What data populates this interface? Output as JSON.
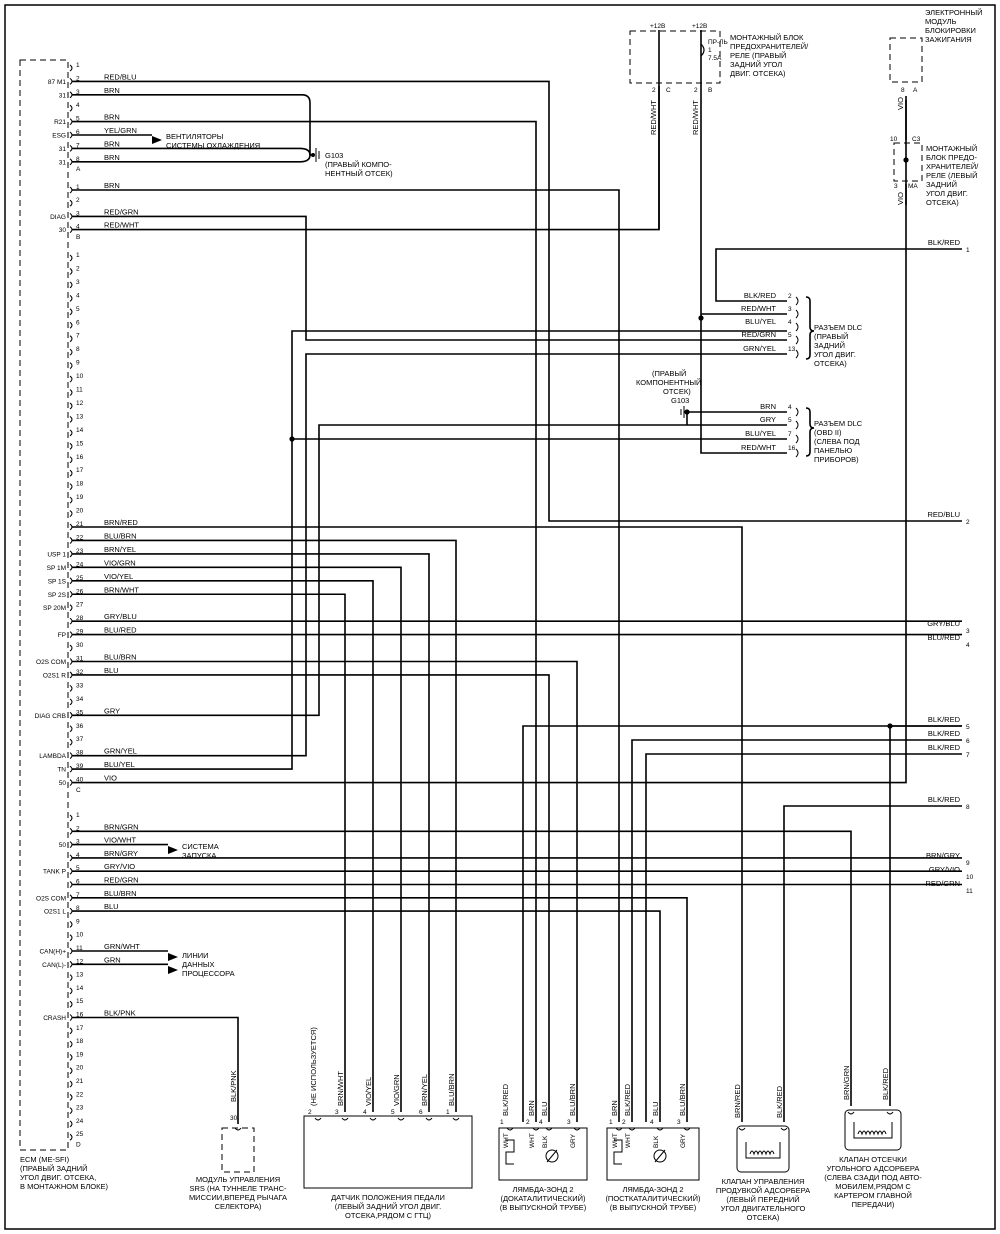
{
  "ecm": {
    "title_lines": [
      "ECM (ME-SFI)",
      "(ПРАВЫЙ ЗАДНИЙ",
      "УГОЛ ДВИГ. ОТСЕКА,",
      "В МОНТАЖНОМ БЛОКЕ)"
    ],
    "connector_a": [
      {
        "pin": "1",
        "label": "",
        "wire": ""
      },
      {
        "pin": "2",
        "label": "87 M1",
        "wire": "RED/BLU"
      },
      {
        "pin": "3",
        "label": "31",
        "wire": "BRN"
      },
      {
        "pin": "4",
        "label": "",
        "wire": ""
      },
      {
        "pin": "5",
        "label": "R21",
        "wire": "BRN"
      },
      {
        "pin": "6",
        "label": "ESG",
        "wire": "YEL/GRN"
      },
      {
        "pin": "7",
        "label": "31",
        "wire": "BRN"
      },
      {
        "pin": "8",
        "label": "31",
        "wire": "BRN"
      }
    ],
    "connector_a_name": "A",
    "connector_b": [
      {
        "pin": "1",
        "label": "",
        "wire": "BRN"
      },
      {
        "pin": "2",
        "label": "",
        "wire": ""
      },
      {
        "pin": "3",
        "label": "DIAG",
        "wire": "RED/GRN"
      },
      {
        "pin": "4",
        "label": "30",
        "wire": "RED/WHT"
      }
    ],
    "connector_b_name": "B",
    "connector_c": [
      {
        "pin": "1",
        "label": "",
        "wire": ""
      },
      {
        "pin": "2",
        "label": "",
        "wire": ""
      },
      {
        "pin": "3",
        "label": "",
        "wire": ""
      },
      {
        "pin": "4",
        "label": "",
        "wire": ""
      },
      {
        "pin": "5",
        "label": "",
        "wire": ""
      },
      {
        "pin": "6",
        "label": "",
        "wire": ""
      },
      {
        "pin": "7",
        "label": "",
        "wire": ""
      },
      {
        "pin": "8",
        "label": "",
        "wire": ""
      },
      {
        "pin": "9",
        "label": "",
        "wire": ""
      },
      {
        "pin": "10",
        "label": "",
        "wire": ""
      },
      {
        "pin": "11",
        "label": "",
        "wire": ""
      },
      {
        "pin": "12",
        "label": "",
        "wire": ""
      },
      {
        "pin": "13",
        "label": "",
        "wire": ""
      },
      {
        "pin": "14",
        "label": "",
        "wire": ""
      },
      {
        "pin": "15",
        "label": "",
        "wire": ""
      },
      {
        "pin": "16",
        "label": "",
        "wire": ""
      },
      {
        "pin": "17",
        "label": "",
        "wire": ""
      },
      {
        "pin": "18",
        "label": "",
        "wire": ""
      },
      {
        "pin": "19",
        "label": "",
        "wire": ""
      },
      {
        "pin": "20",
        "label": "",
        "wire": ""
      },
      {
        "pin": "21",
        "label": "",
        "wire": "BRN/RED"
      },
      {
        "pin": "22",
        "label": "",
        "wire": "BLU/BRN"
      },
      {
        "pin": "23",
        "label": "USP 1",
        "wire": "BRN/YEL"
      },
      {
        "pin": "24",
        "label": "SP 1M",
        "wire": "VIO/GRN"
      },
      {
        "pin": "25",
        "label": "SP 1S",
        "wire": "VIO/YEL"
      },
      {
        "pin": "26",
        "label": "SP 2S",
        "wire": "BRN/WHT"
      },
      {
        "pin": "27",
        "label": "SP 20M",
        "wire": ""
      },
      {
        "pin": "28",
        "label": "",
        "wire": "GRY/BLU"
      },
      {
        "pin": "29",
        "label": "FP",
        "wire": "BLU/RED"
      },
      {
        "pin": "30",
        "label": "",
        "wire": ""
      },
      {
        "pin": "31",
        "label": "O2S COM",
        "wire": "BLU/BRN"
      },
      {
        "pin": "32",
        "label": "O2S1 R",
        "wire": "BLU"
      },
      {
        "pin": "33",
        "label": "",
        "wire": ""
      },
      {
        "pin": "34",
        "label": "",
        "wire": ""
      },
      {
        "pin": "35",
        "label": "DIAG CRB",
        "wire": "GRY"
      },
      {
        "pin": "36",
        "label": "",
        "wire": ""
      },
      {
        "pin": "37",
        "label": "",
        "wire": ""
      },
      {
        "pin": "38",
        "label": "LAMBDA",
        "wire": "GRN/YEL"
      },
      {
        "pin": "39",
        "label": "TN",
        "wire": "BLU/YEL"
      },
      {
        "pin": "40",
        "label": "50",
        "wire": "VIO"
      }
    ],
    "connector_c_name": "C",
    "connector_d": [
      {
        "pin": "1",
        "label": "",
        "wire": ""
      },
      {
        "pin": "2",
        "label": "",
        "wire": "BRN/GRN"
      },
      {
        "pin": "3",
        "label": "50",
        "wire": "VIO/WHT"
      },
      {
        "pin": "4",
        "label": "",
        "wire": "BRN/GRY"
      },
      {
        "pin": "5",
        "label": "TANK P",
        "wire": "GRY/VIO"
      },
      {
        "pin": "6",
        "label": "",
        "wire": "RED/GRN"
      },
      {
        "pin": "7",
        "label": "O2S COM",
        "wire": "BLU/BRN"
      },
      {
        "pin": "8",
        "label": "O2S1 L",
        "wire": "BLU"
      },
      {
        "pin": "9",
        "label": "",
        "wire": ""
      },
      {
        "pin": "10",
        "label": "",
        "wire": ""
      },
      {
        "pin": "11",
        "label": "CAN(H)+",
        "wire": "GRN/WHT"
      },
      {
        "pin": "12",
        "label": "CAN(L)-",
        "wire": "GRN"
      },
      {
        "pin": "13",
        "label": "",
        "wire": ""
      },
      {
        "pin": "14",
        "label": "",
        "wire": ""
      },
      {
        "pin": "15",
        "label": "",
        "wire": ""
      },
      {
        "pin": "16",
        "label": "CRASH",
        "wire": "BLK/PNK"
      },
      {
        "pin": "17",
        "label": "",
        "wire": ""
      },
      {
        "pin": "18",
        "label": "",
        "wire": ""
      },
      {
        "pin": "19",
        "label": "",
        "wire": ""
      },
      {
        "pin": "20",
        "label": "",
        "wire": ""
      },
      {
        "pin": "21",
        "label": "",
        "wire": ""
      },
      {
        "pin": "22",
        "label": "",
        "wire": ""
      },
      {
        "pin": "23",
        "label": "",
        "wire": ""
      },
      {
        "pin": "24",
        "label": "",
        "wire": ""
      },
      {
        "pin": "25",
        "label": "",
        "wire": ""
      }
    ],
    "connector_d_name": "D"
  },
  "notes": {
    "fans": [
      "ВЕНТИЛЯТОРЫ",
      "СИСТЕМЫ ОХЛАЖДЕНИЯ"
    ],
    "g103_top": [
      "G103",
      "(ПРАВЫЙ КОМПО-",
      "НЕНТНЫЙ ОТСЕК)"
    ],
    "start": [
      "СИСТЕМА",
      "ЗАПУСКА"
    ],
    "can": [
      "ЛИНИИ",
      "ДАННЫХ",
      "ПРОЦЕССОРА"
    ]
  },
  "fuse_block": {
    "title_lines": [
      "МОНТАЖНЫЙ БЛОК",
      "ПРЕДОХРАНИТЕЛЕЙ/",
      "РЕЛЕ (ПРАВЫЙ",
      "ЗАДНИЙ УГОЛ",
      "ДВИГ. ОТСЕКА)"
    ],
    "plus12_a": "+12В",
    "plus12_b": "+12В",
    "fuse_label": [
      "ПР-ЛЬ",
      "1",
      "7.5А"
    ],
    "pin_c": "2",
    "pin_c_conn": "C",
    "pin_b": "2",
    "pin_b_conn": "B",
    "wire_c": "RED/WHT",
    "wire_b": "RED/WHT"
  },
  "immobilizer": {
    "title_lines": [
      "ЭЛЕКТРОННЫЙ",
      "МОДУЛЬ",
      "БЛОКИРОВКИ",
      "ЗАЖИГАНИЯ"
    ],
    "pin": "8",
    "conn": "A",
    "wire": "VIO"
  },
  "relay_block_left": {
    "title_lines": [
      "МОНТАЖНЫЙ",
      "БЛОК ПРЕДО-",
      "ХРАНИТЕЛЕЙ/",
      "РЕЛЕ (ЛЕВЫЙ",
      "ЗАДНИЙ",
      "УГОЛ ДВИГ.",
      "ОТСЕКА)"
    ],
    "pin_top": "10",
    "conn_top": "C3",
    "pin_bot": "3",
    "conn_bot": "MA",
    "wire": "VIO"
  },
  "dlc": {
    "title_lines": [
      "РАЗЪЕМ DLC",
      "(ПРАВЫЙ",
      "ЗАДНИЙ",
      "УГОЛ ДВИГ.",
      "ОТСЕКА)"
    ],
    "pins": [
      {
        "wire": "BLK/RED",
        "pin": "2"
      },
      {
        "wire": "RED/WHT",
        "pin": "3"
      },
      {
        "wire": "BLU/YEL",
        "pin": "4"
      },
      {
        "wire": "RED/GRN",
        "pin": "5"
      },
      {
        "wire": "GRN/YEL",
        "pin": "13"
      }
    ]
  },
  "obd": {
    "ground_lines": [
      "(ПРАВЫЙ",
      "КОМПОНЕНТНЫЙ",
      "ОТСЕК)",
      "G103"
    ],
    "title_lines": [
      "РАЗЪЕМ DLC",
      "(OBD II)",
      "(СЛЕВА ПОД",
      "ПАНЕЛЬЮ",
      "ПРИБОРОВ)"
    ],
    "pins": [
      {
        "wire": "BRN",
        "pin": "4"
      },
      {
        "wire": "GRY",
        "pin": "5"
      },
      {
        "wire": "BLU/YEL",
        "pin": "7"
      },
      {
        "wire": "RED/WHT",
        "pin": "16"
      }
    ]
  },
  "right_refs": [
    {
      "wire": "BLK/RED",
      "num": "1"
    },
    {
      "wire": "RED/BLU",
      "num": "2"
    },
    {
      "wire": "GRY/BLU",
      "num": "3"
    },
    {
      "wire": "BLU/RED",
      "num": "4"
    },
    {
      "wire": "BLK/RED",
      "num": "5"
    },
    {
      "wire": "BLK/RED",
      "num": "6"
    },
    {
      "wire": "BLK/RED",
      "num": "7"
    },
    {
      "wire": "BLK/RED",
      "num": "8"
    },
    {
      "wire": "BRN/GRY",
      "num": "9"
    },
    {
      "wire": "GRY/VIO",
      "num": "10"
    },
    {
      "wire": "RED/GRN",
      "num": "11"
    }
  ],
  "srs": {
    "wire": "BLK/PNK",
    "pin": "30",
    "title_lines": [
      "МОДУЛЬ УПРАВЛЕНИЯ",
      "SRS (НА ТУННЕЛЕ ТРАНС-",
      "МИССИИ,ВПЕРЕД РЫЧАГА",
      "СЕЛЕКТОРА)"
    ]
  },
  "pedal": {
    "title_lines": [
      "ДАТЧИК ПОЛОЖЕНИЯ ПЕДАЛИ",
      "(ЛЕВЫЙ ЗАДНИЙ УГОЛ ДВИГ.",
      "ОТСЕКА,РЯДОМ С ГТЦ)"
    ],
    "pins": [
      {
        "pin": "2",
        "wire": "(НЕ ИСПОЛЬЗУЕТСЯ)"
      },
      {
        "pin": "3",
        "wire": "BRN/WHT"
      },
      {
        "pin": "4",
        "wire": "VIO/YEL"
      },
      {
        "pin": "5",
        "wire": "VIO/GRN"
      },
      {
        "pin": "6",
        "wire": "BRN/YEL"
      },
      {
        "pin": "1",
        "wire": "BLU/BRN"
      }
    ]
  },
  "o2_pre": {
    "title_lines": [
      "ЛЯМБДА-ЗОНД 2",
      "(ДОКАТАЛИТИЧЕСКИЙ)",
      "(В ВЫПУСКНОЙ ТРУБЕ)"
    ],
    "pins": [
      {
        "pin": "1",
        "wire": "BLK/RED",
        "inner": "WHT"
      },
      {
        "pin": "2",
        "wire": "BRN",
        "inner": "WHT"
      },
      {
        "pin": "4",
        "wire": "BLU",
        "inner": "BLK"
      },
      {
        "pin": "3",
        "wire": "BLU/BRN",
        "inner": "GRY"
      }
    ]
  },
  "o2_post": {
    "title_lines": [
      "ЛЯМБДА-ЗОНД 2",
      "(ПОСТКАТАЛИТИЧЕСКИЙ)",
      "(В ВЫПУСКНОЙ ТРУБЕ)"
    ],
    "pins": [
      {
        "pin": "1",
        "wire": "BRN",
        "inner": "WHT"
      },
      {
        "pin": "2",
        "wire": "BLK/RED",
        "inner": "WHT"
      },
      {
        "pin": "4",
        "wire": "BLU",
        "inner": "BLK"
      },
      {
        "pin": "3",
        "wire": "BLU/BRN",
        "inner": "GRY"
      }
    ]
  },
  "purge": {
    "title_lines": [
      "КЛАПАН УПРАВЛЕНИЯ",
      "ПРОДУВКОЙ АДСОРБЕРА",
      "(ЛЕВЫЙ ПЕРЕДНИЙ",
      "УГОЛ ДВИГАТЕЛЬНОГО",
      "ОТСЕКА)"
    ],
    "wires": [
      "BRN/RED",
      "BLK/RED"
    ]
  },
  "shutoff": {
    "title_lines": [
      "КЛАПАН ОТСЕЧКИ",
      "УГОЛЬНОГО АДСОРБЕРА",
      "(СЛЕВА СЗАДИ ПОД АВТО-",
      "МОБИЛЕМ,РЯДОМ С",
      "КАРТЕРОМ ГЛАВНОЙ",
      "ПЕРЕДАЧИ)"
    ],
    "wires": [
      "BRN/GRN",
      "BLK/RED"
    ]
  }
}
